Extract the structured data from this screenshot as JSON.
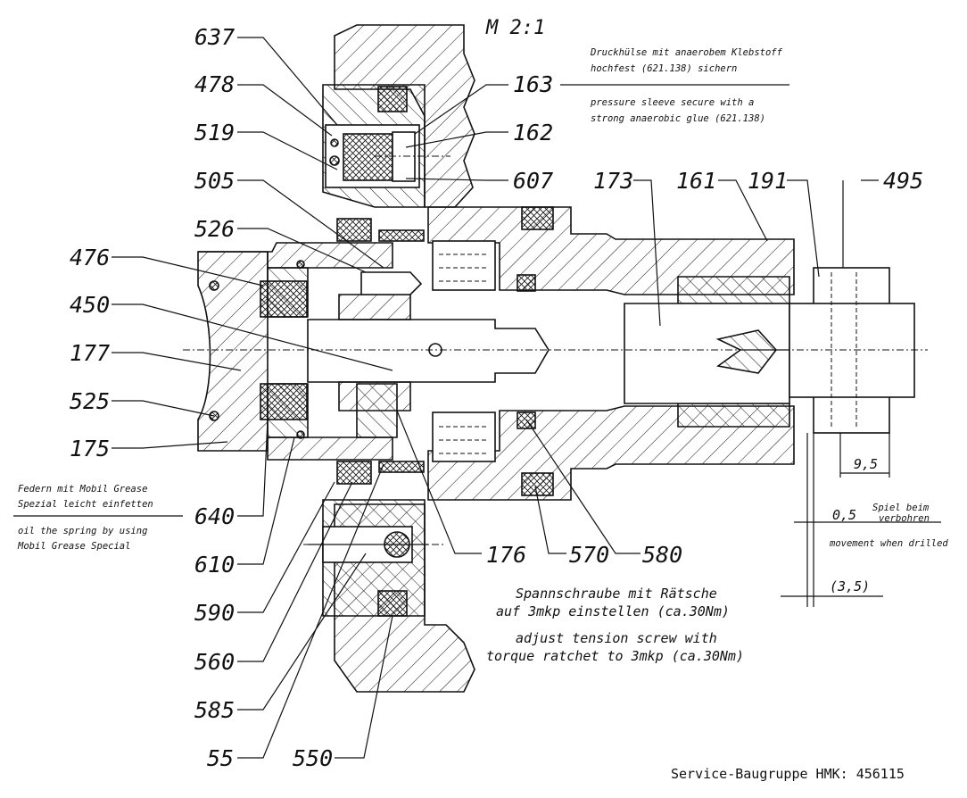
{
  "scale": "M 2:1",
  "notes": {
    "glue_de_1": "Druckhülse mit anaerobem Klebstoff",
    "glue_de_2": "hochfest (621.138) sichern",
    "glue_en_1": "pressure sleeve secure with a",
    "glue_en_2": "strong anaerobic glue (621.138)",
    "grease_de_1": "Federn mit Mobil Grease",
    "grease_de_2": "Spezial leicht einfetten",
    "grease_en_1": "oil the spring by using",
    "grease_en_2": "Mobil Grease Special",
    "tension_de_1": "Spannschraube mit Rätsche",
    "tension_de_2": "auf 3mkp einstellen (ca.30Nm)",
    "tension_en_1": "adjust tension screw with",
    "tension_en_2": "torque ratchet to 3mkp (ca.30Nm)",
    "play_de_1": "Spiel beim",
    "play_de_2": "verbohren",
    "play_en": "movement when drilled"
  },
  "dimensions": {
    "d1": "9,5",
    "d2": "0,5",
    "d3": "(3,5)"
  },
  "part_labels": {
    "p637": "637",
    "p478": "478",
    "p519": "519",
    "p505": "505",
    "p526": "526",
    "p476": "476",
    "p450": "450",
    "p177": "177",
    "p525": "525",
    "p175": "175",
    "p640": "640",
    "p610": "610",
    "p590": "590",
    "p560": "560",
    "p585": "585",
    "p55": "55",
    "p550": "550",
    "p176": "176",
    "p570": "570",
    "p580": "580",
    "p163": "163",
    "p162": "162",
    "p607": "607",
    "p173": "173",
    "p161": "161",
    "p191": "191",
    "p495": "495"
  },
  "footer": "Service-Baugruppe HMK: 456115"
}
